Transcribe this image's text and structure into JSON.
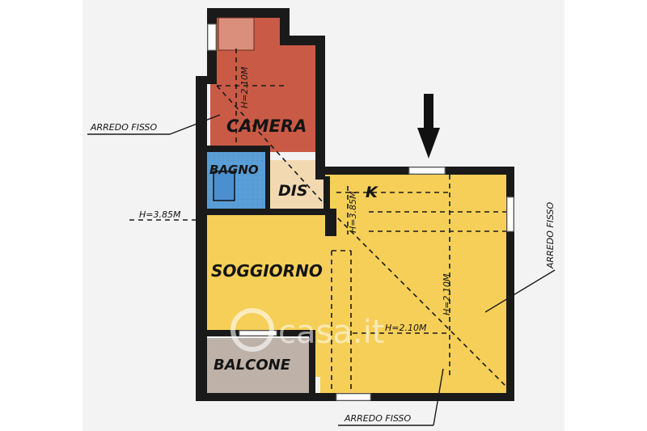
{
  "rooms": {
    "camera": "CAMERA",
    "bagno": "BAGNO",
    "dis": "DIS",
    "k": "K",
    "soggiorno": "SOGGIORNO",
    "balcone": "BALCONE"
  },
  "annotations": {
    "arredo_fisso_left": "ARREDO FISSO",
    "arredo_fisso_right": "ARREDO FISSO",
    "arredo_fisso_bottom": "ARREDO FISSO",
    "h_385_left": "H=3.85M",
    "h_385_vertical": "H=3.85M",
    "h_210_camera": "H=2.10M",
    "h_210_vertical": "H=2.10M",
    "h_210_horizontal": "H=2.10M"
  },
  "watermark": "casa.it",
  "colors": {
    "camera": "#c95a46",
    "bagno": "#5a9fd8",
    "dis": "#f2d9b2",
    "yellow": "#f6cf58",
    "balcone": "#bdb1a8",
    "wall": "#1a1a1a",
    "background": "#f3f3f3"
  }
}
